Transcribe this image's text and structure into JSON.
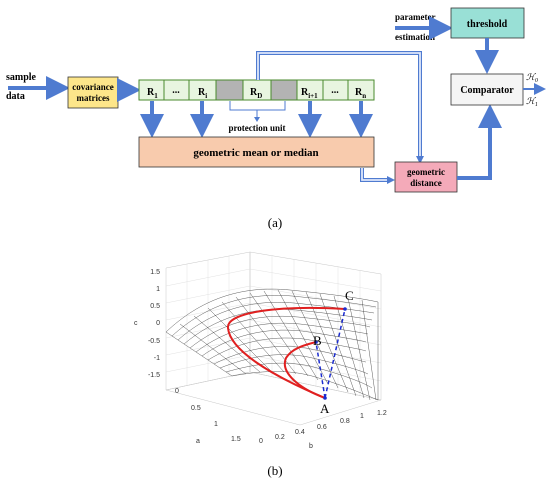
{
  "panel_a": {
    "input_label_line1": "sample",
    "input_label_line2": "data",
    "covariance_line1": "covariance",
    "covariance_line2": "matrices",
    "cells": {
      "r1": "R",
      "r1_sub": "1",
      "dots1": "...",
      "ri": "R",
      "ri_sub": "i",
      "rd": "R",
      "rd_sub": "D",
      "ri1": "R",
      "ri1_sub": "i+1",
      "dots2": "...",
      "rn": "R",
      "rn_sub": "n"
    },
    "protection_unit": "protection unit",
    "geometric_mean": "geometric mean or median",
    "geometric_distance_line1": "geometric",
    "geometric_distance_line2": "distance",
    "parameter_line1": "parameter",
    "parameter_line2": "estimation",
    "threshold": "threshold",
    "comparator": "Comparator",
    "h0": "ℋ",
    "h0_sub": "0",
    "h1": "ℋ",
    "h1_sub": "1",
    "caption": "(a)",
    "colors": {
      "covariance": "#fde68a",
      "cells": "#e8f5e0",
      "cell_border": "#4a8a2e",
      "gray_cell": "#b3b3b3",
      "geometric_mean": "#f8cbad",
      "geometric_distance": "#f4aab9",
      "threshold": "#99e0d6",
      "arrow": "#4f7bd0"
    }
  },
  "panel_b": {
    "z_ticks": [
      "1.5",
      "1",
      "0.5",
      "0",
      "-0.5",
      "-1",
      "-1.5"
    ],
    "z_label": "c",
    "a_ticks": [
      "0",
      "0.5",
      "1",
      "1.5"
    ],
    "a_label": "a",
    "b_ticks": [
      "0",
      "0.2",
      "0.4",
      "0.6",
      "0.8",
      "1",
      "1.2"
    ],
    "b_label": "b",
    "point_a": "A",
    "point_b": "B",
    "point_c": "C",
    "caption": "(b)",
    "colors": {
      "mesh": "#333333",
      "curve": "#e02020",
      "dashed": "#1a2bd0"
    }
  }
}
